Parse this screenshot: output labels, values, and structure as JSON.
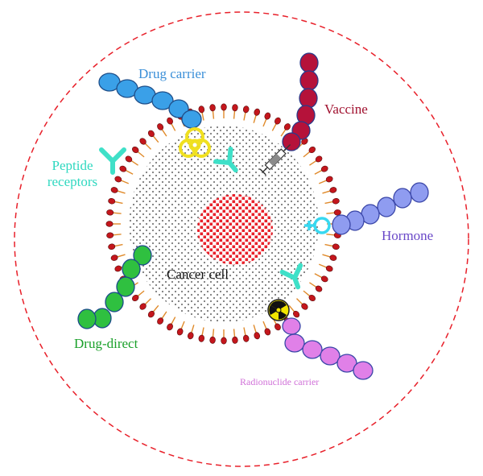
{
  "labels": {
    "drug_carrier": "Drug carrier",
    "vaccine": "Vaccine",
    "peptide_receptors_line1": "Peptide",
    "peptide_receptors_line2": "receptors",
    "hormone": "Hormone",
    "cancer_cell": "Cancer cell",
    "drug_direct": "Drug-direct",
    "radionuclide_carrier": "Radionuclide carrier"
  },
  "colors": {
    "outer_boundary": "#e8202a",
    "lipid_head": "#c4161c",
    "lipid_tail": "#e08a2a",
    "nucleus": "#e8202a",
    "cytoplasm_dots": "#7a7a7a",
    "drug_carrier": "#3aa0e8",
    "drug_carrier_text": "#3a8fd8",
    "vaccine": "#b5123a",
    "vaccine_text": "#a0102e",
    "peptide_receptor": "#3fe0c8",
    "peptide_text": "#2fd8c0",
    "hormone": "#8f9cf0",
    "hormone_text": "#6a48c8",
    "hormone_receptor": "#38d8f0",
    "drug_direct": "#2fc040",
    "drug_direct_text": "#1aa02a",
    "radionuclide": "#e080e8",
    "radionuclide_text": "#d070d8",
    "biohazard": "#f0e020",
    "radiation_bg": "#f2e600"
  },
  "icons": {
    "biohazard": "biohazard-icon",
    "radiation": "radiation-icon",
    "syringe": "syringe-icon",
    "hormone_receptor": "female-symbol-icon"
  }
}
